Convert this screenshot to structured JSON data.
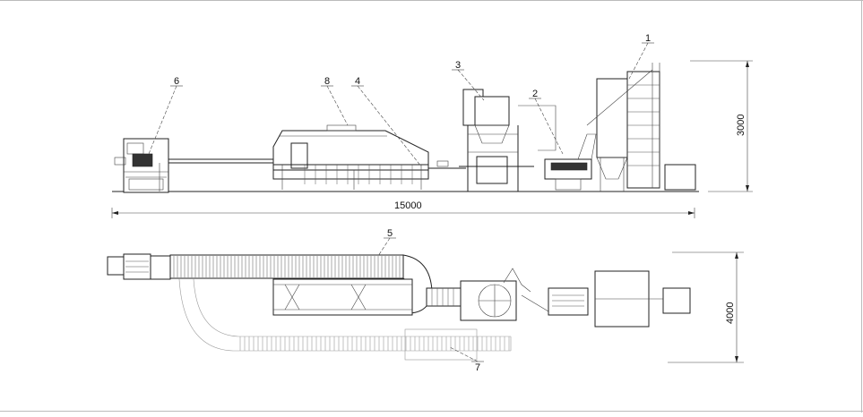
{
  "dimensions": {
    "length": "15000",
    "height_elevation": "3000",
    "width_plan": "4000"
  },
  "callouts": [
    "1",
    "2",
    "3",
    "4",
    "5",
    "6",
    "7",
    "8"
  ]
}
